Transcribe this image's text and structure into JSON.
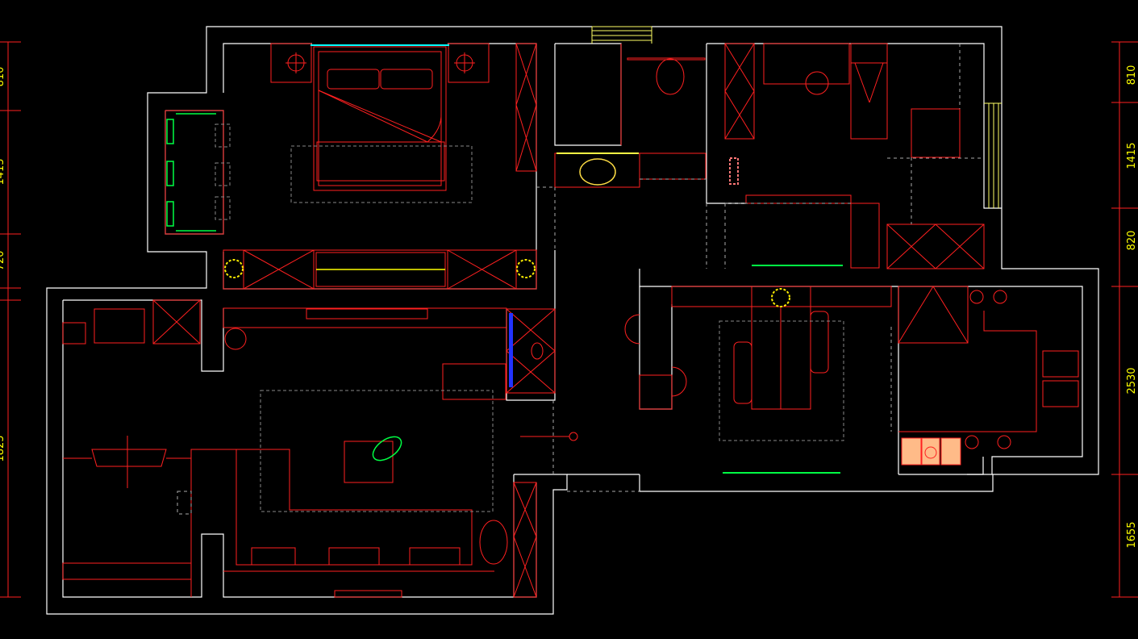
{
  "drawing": {
    "background": "#000000",
    "colors": {
      "wall": "#ffffff",
      "furniture": "#ff2020",
      "dimension": "#ffff00",
      "window": "#ffff66",
      "plant": "#ffee00",
      "accent_cyan": "#00ffff",
      "accent_green": "#00ff44",
      "accent_blue": "#2233ff",
      "accent_pink": "#ff7777",
      "stove": "#ffbb88"
    },
    "right_dimensions": [
      "810",
      "1415",
      "820",
      "2530",
      "1655"
    ],
    "left_dimensions": [
      "810",
      "1415",
      "720",
      "1825"
    ]
  }
}
